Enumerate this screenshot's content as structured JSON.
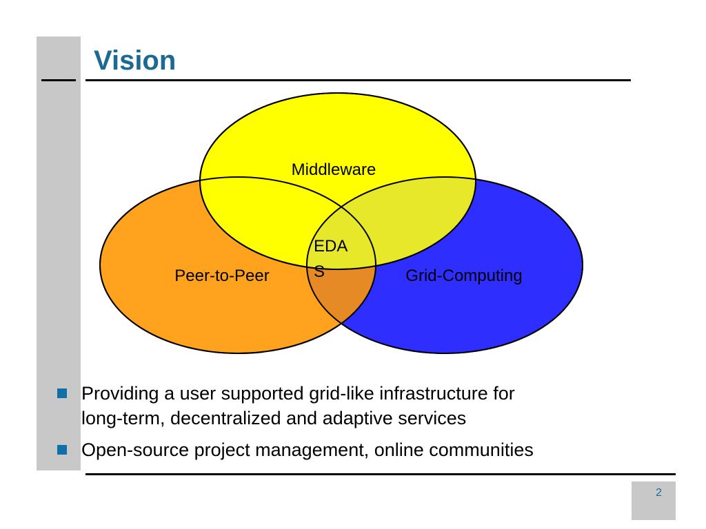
{
  "slide": {
    "title": "Vision",
    "page_number": "2"
  },
  "venn": {
    "sets": [
      {
        "id": "middleware",
        "label": "Middleware",
        "color": "#ffff00"
      },
      {
        "id": "peer",
        "label": "Peer-to-Peer",
        "color": "#ffa21e"
      },
      {
        "id": "grid",
        "label": "Grid-Computing",
        "color": "#2e2eff"
      }
    ],
    "intersections": {
      "middleware_grid": "#e8e82a",
      "peer_grid": "#e58a24"
    },
    "center": {
      "label_line1": "EDA",
      "label_line2": "S"
    }
  },
  "bullets": [
    {
      "line1": "Providing a user supported grid-like infrastructure for",
      "line2": "long-term, decentralized and adaptive services"
    },
    {
      "line1": "Open-source project management, online communities"
    }
  ],
  "colors": {
    "title": "#1a6a94",
    "sidebar": "#c8c8c8",
    "bullet_marker": "#0f6fa8"
  }
}
